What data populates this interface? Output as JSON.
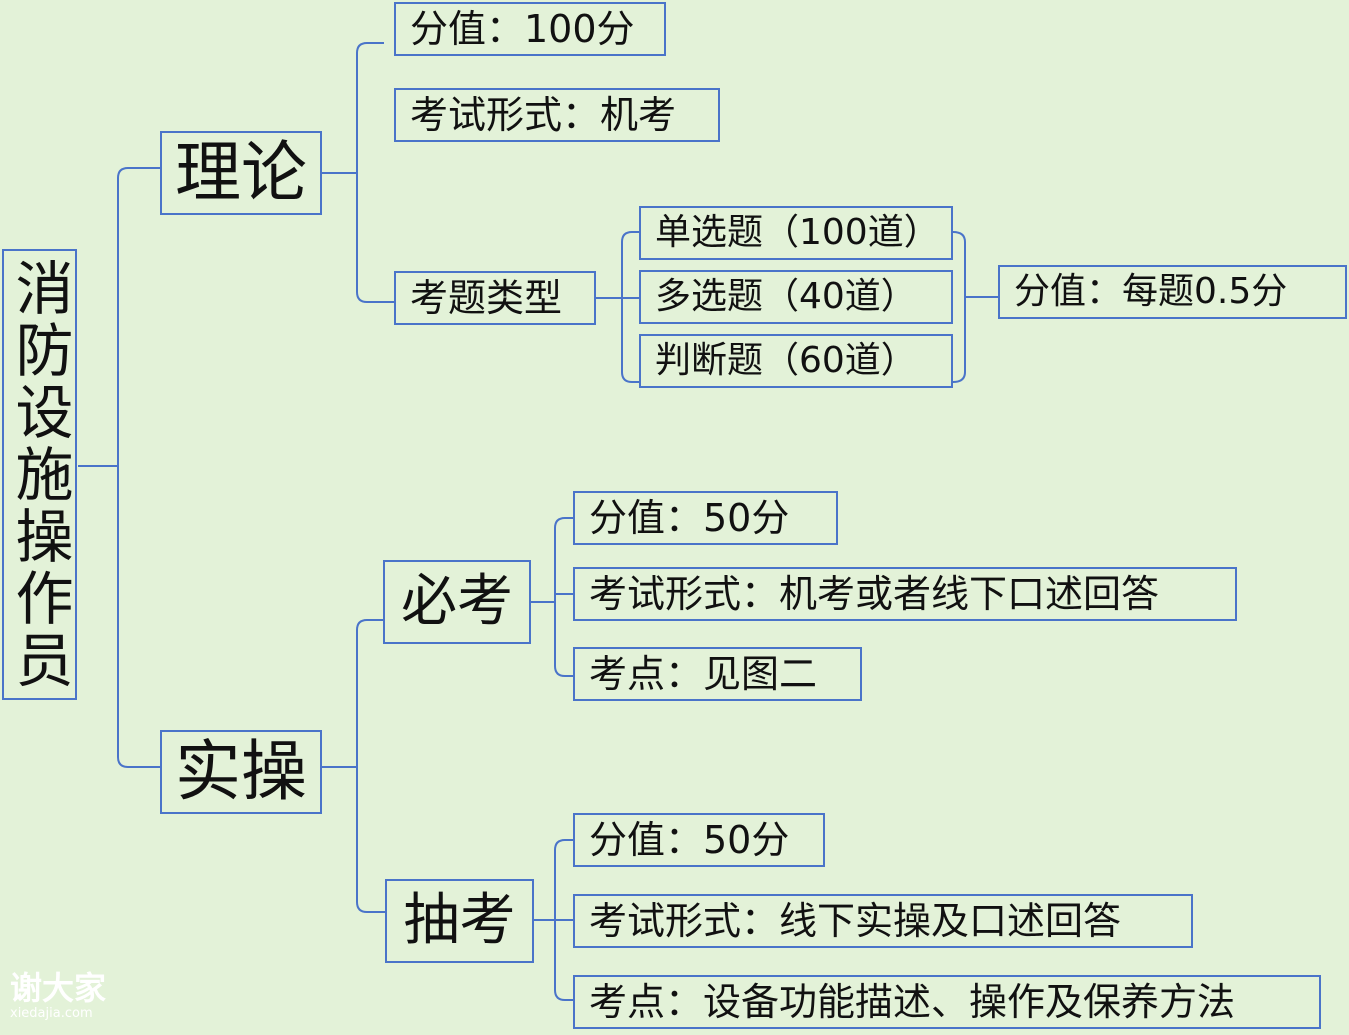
{
  "diagram": {
    "root": "消防设施操作员",
    "theory": {
      "label": "理论",
      "score": "分值：100分",
      "form": "考试形式：机考",
      "types": {
        "label": "考题类型",
        "single": "单选题（100道）",
        "multi": "多选题（40道）",
        "judge": "判断题（60道）",
        "score": "分值：每题0.5分"
      }
    },
    "practice": {
      "label": "实操",
      "required": {
        "label": "必考",
        "score": "分值：50分",
        "form": "考试形式：机考或者线下口述回答",
        "points": "考点：见图二"
      },
      "random": {
        "label": "抽考",
        "score": "分值：50分",
        "form": "考试形式：线下实操及口述回答",
        "points": "考点：设备功能描述、操作及保养方法"
      }
    }
  },
  "watermark": {
    "name": "谢大家",
    "url": "xiedajia.com"
  },
  "colors": {
    "background": "#e3f2d8",
    "border": "#4a74c9",
    "line": "#4a74c9",
    "text": "#111111"
  }
}
